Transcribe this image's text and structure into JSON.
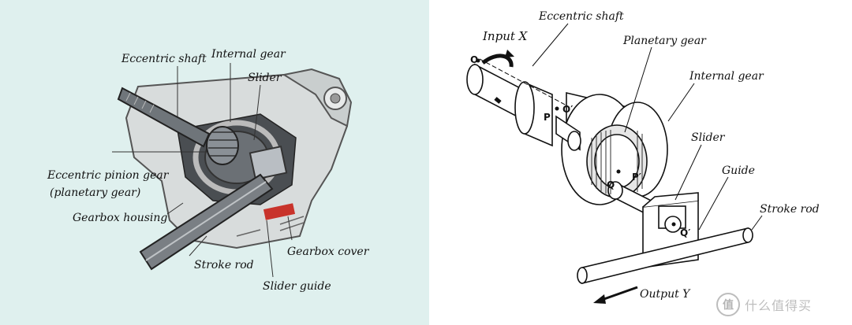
{
  "left_figure": {
    "labels": {
      "eccentric_shaft": "Eccentric shaft",
      "internal_gear": "Internal gear",
      "slider": "Slider",
      "eccentric_pinion_gear": "Eccentric pinion gear",
      "planetary_gear_paren": "(planetary gear)",
      "gearbox_housing": "Gearbox housing",
      "gearbox_cover": "Gearbox cover",
      "stroke_rod": "Stroke rod",
      "slider_guide": "Slider guide"
    }
  },
  "right_figure": {
    "labels": {
      "input_x": "Input X",
      "eccentric_shaft": "Eccentric shaft",
      "planetary_gear": "Planetary gear",
      "internal_gear": "Internal gear",
      "slider": "Slider",
      "guide": "Guide",
      "stroke_rod": "Stroke rod",
      "output_y": "Output Y"
    },
    "points": {
      "o": "O",
      "o_prime": "O′",
      "p": "P",
      "p_prime": "P′",
      "q": "Q",
      "q_prime": "Q′"
    }
  },
  "watermark": {
    "icon_text": "值",
    "text": "什么值得买"
  }
}
